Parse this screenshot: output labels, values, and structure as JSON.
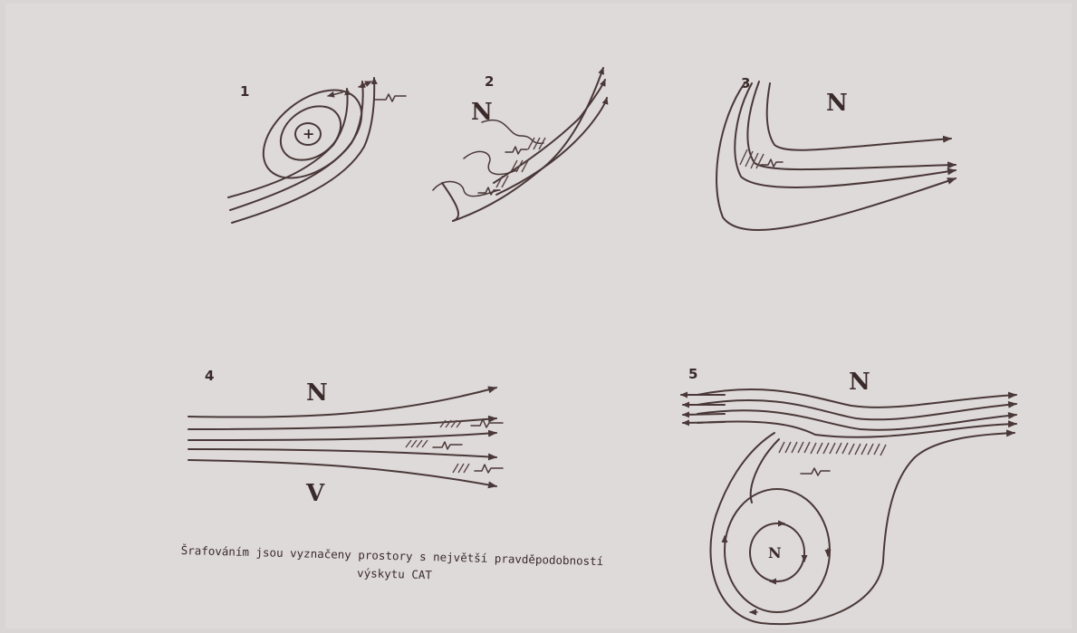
{
  "panels": [
    {
      "number": "1",
      "labels": [
        "+"
      ]
    },
    {
      "number": "2",
      "labels": [
        "N"
      ]
    },
    {
      "number": "3",
      "labels": [
        "N"
      ]
    },
    {
      "number": "4",
      "labels": [
        "N",
        "V"
      ]
    },
    {
      "number": "5",
      "labels": [
        "N",
        "N"
      ]
    }
  ],
  "caption": {
    "line1": "Šrafováním jsou vyznačeny prostory s největší pravděpodobností",
    "line2": "výskytu CAT"
  },
  "colors": {
    "ink": "#4a3838",
    "paper": "#dedada",
    "border": "#d9d5d5"
  }
}
